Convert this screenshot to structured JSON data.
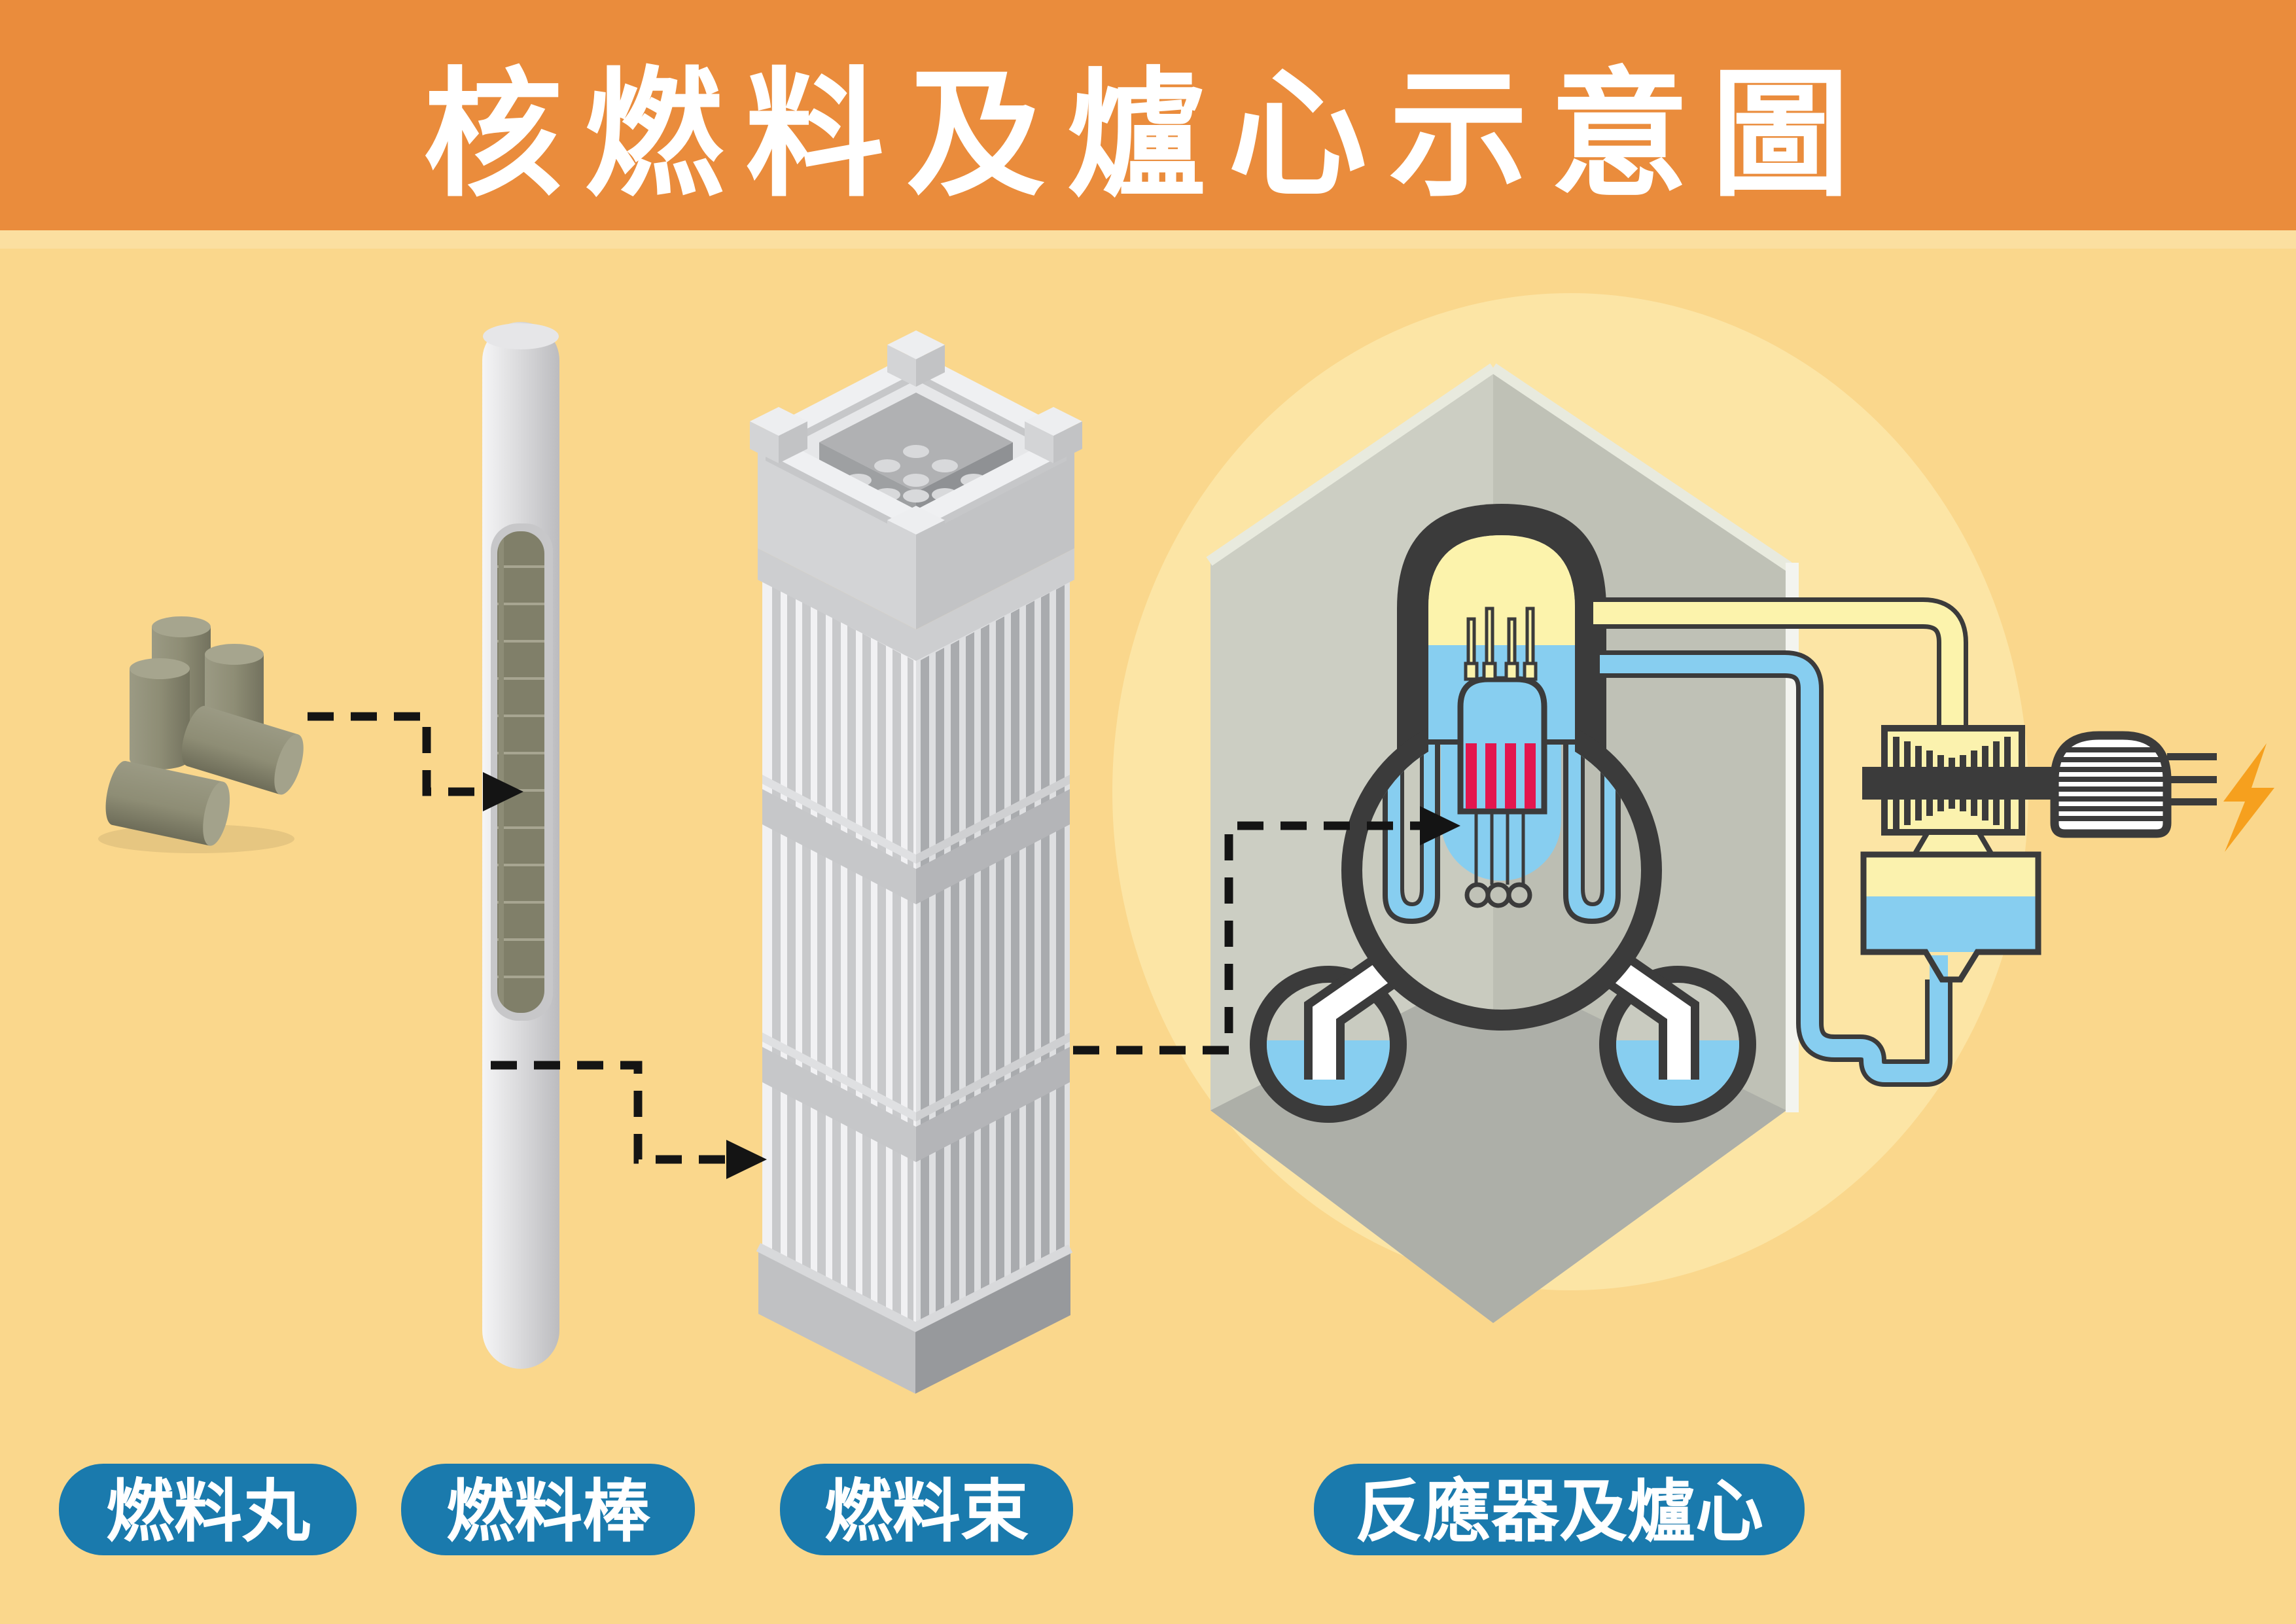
{
  "header": {
    "title": "核燃料及爐心示意圖",
    "background_color": "#EA8C3C",
    "text_color": "#FFFFFF"
  },
  "labels": {
    "fuel_pellet": "燃料丸",
    "fuel_rod": "燃料棒",
    "fuel_bundle": "燃料束",
    "reactor_core": "反應器及爐心",
    "pill_color": "#1A7AAD",
    "text_color": "#FFFFFF"
  },
  "icons": [
    {
      "name": "lightning-bolt-icon",
      "meaning": "electricity output",
      "color": "#F6A01E"
    }
  ],
  "palette": {
    "background": "#FAD78C",
    "header_band": "#FBDFA0",
    "glow": "#FCE5A5",
    "containment_left_wall": "#CCCEC3",
    "containment_right_wall": "#BFC1B6",
    "containment_floor": "#ADAFA8",
    "containment_edge_light": "#E8EADE",
    "containment_edge_white": "#F3F4EF",
    "outline_dark": "#3B3B3B",
    "water_blue": "#87CEF0",
    "steam_yellow": "#FCF3AC",
    "fuel_red": "#E3164E",
    "pellet_olive": "#8E8D75",
    "metal_light": "#F1F1F3",
    "metal_mid": "#D3D4D6",
    "metal_dark": "#A9ABAE",
    "white_pipe": "#FFFFFF"
  },
  "diagram_notes": {
    "flow": "fuel pellet -> fuel rod -> fuel bundle -> reactor core",
    "connector_style": "black dashed arrows"
  }
}
